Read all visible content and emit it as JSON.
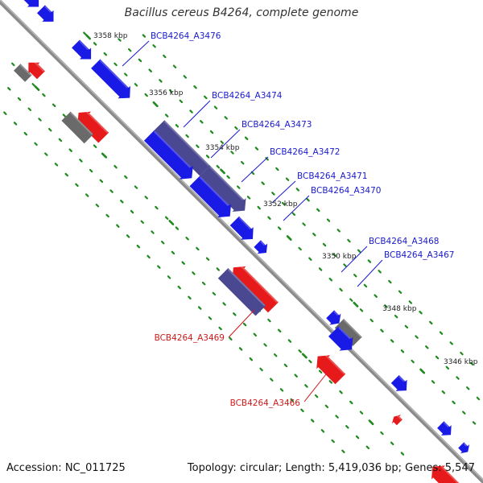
{
  "title": "Bacillus cereus B4264, complete genome",
  "footer": {
    "accession": "Accession: NC_011725",
    "stats": "Topology: circular; Length: 5,419,036 bp; Genes: 5,547"
  },
  "colors": {
    "backbone": "#8a8a8a",
    "gene_blue": "#1a1ae6",
    "gene_red": "#e61a1a",
    "gene_gray": "#6a6a6a",
    "gene_purple": "#4a4890",
    "dots": "#1d8a1d",
    "label_blue": "#1a1acc",
    "label_red": "#cc1a1a"
  },
  "ruler_labels": [
    "3358 kbp",
    "3356 kbp",
    "3354 kbp",
    "3352 kbp",
    "3350 kbp",
    "3348 kbp",
    "3346 kbp"
  ],
  "gene_labels": [
    {
      "text": "BCB4264_A3476",
      "color": "blue"
    },
    {
      "text": "BCB4264_A3474",
      "color": "blue"
    },
    {
      "text": "BCB4264_A3473",
      "color": "blue"
    },
    {
      "text": "BCB4264_A3472",
      "color": "blue"
    },
    {
      "text": "BCB4264_A3471",
      "color": "blue"
    },
    {
      "text": "BCB4264_A3470",
      "color": "blue"
    },
    {
      "text": "BCB4264_A3468",
      "color": "blue"
    },
    {
      "text": "BCB4264_A3467",
      "color": "blue"
    },
    {
      "text": "BCB4264_A3469",
      "color": "red"
    },
    {
      "text": "BCB4264_A3466",
      "color": "red"
    }
  ]
}
